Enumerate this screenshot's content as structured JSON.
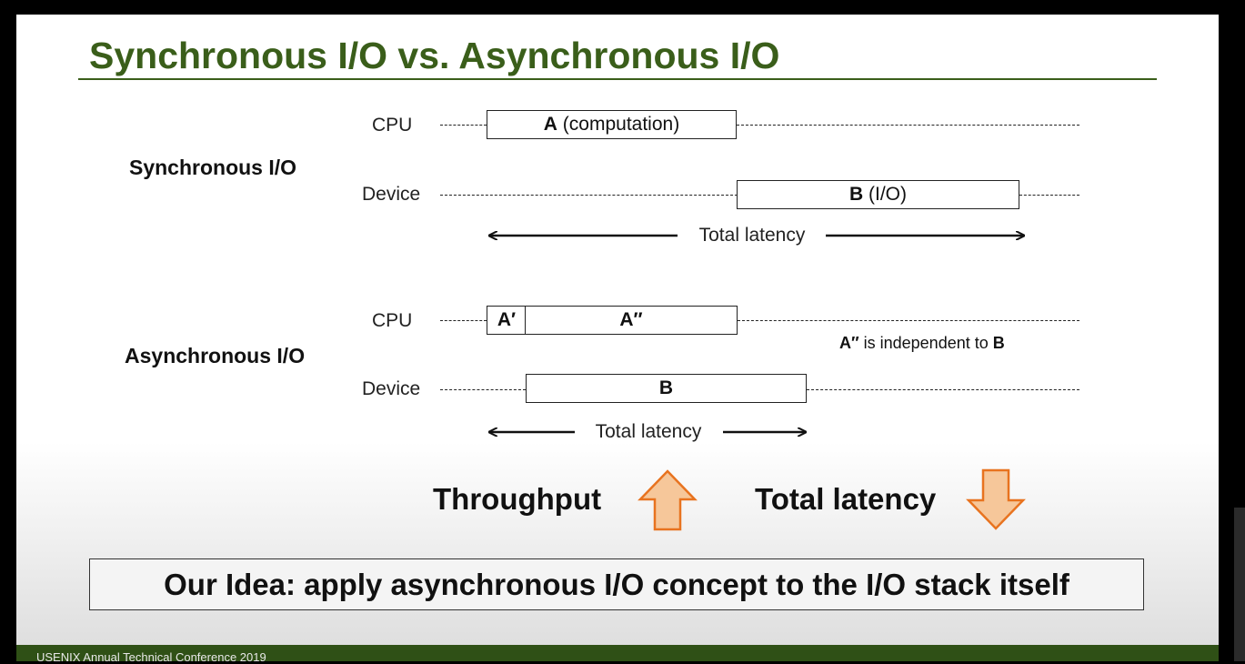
{
  "slide": {
    "title": "Synchronous I/O vs. Asynchronous I/O",
    "footer": "USENIX Annual Technical Conference 2019"
  },
  "sync": {
    "label": "Synchronous I/O",
    "cpu_label": "CPU",
    "device_label": "Device",
    "cpu_block_bold": "A",
    "cpu_block_rest": " (computation)",
    "device_block_bold": "B",
    "device_block_rest": " (I/O)",
    "latency": "Total latency"
  },
  "async": {
    "label": "Asynchronous I/O",
    "cpu_label": "CPU",
    "device_label": "Device",
    "cpu_block1": "A′",
    "cpu_block2": "A″",
    "device_block": "B",
    "latency": "Total latency",
    "note_bold1": "A″",
    "note_text": " is independent to ",
    "note_bold2": "B"
  },
  "outcome": {
    "throughput": "Throughput",
    "latency": "Total latency",
    "up_color": "#f6c79a",
    "down_color": "#f6c79a",
    "arrow_stroke": "#e8731f"
  },
  "idea": "Our Idea: apply asynchronous I/O concept to the I/O stack itself"
}
